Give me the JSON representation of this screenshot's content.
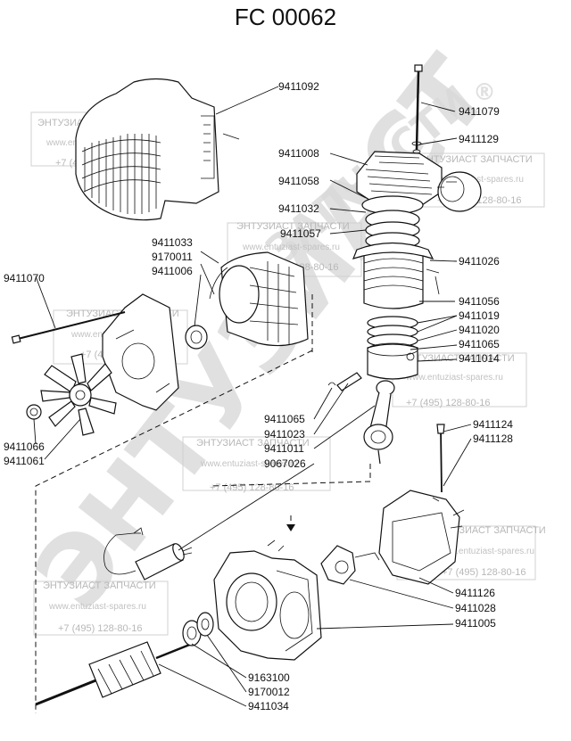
{
  "title": "FC 00062",
  "part_numbers": [
    "9411092",
    "9411079",
    "9411129",
    "9411008",
    "9411058",
    "9411032",
    "9411057",
    "9411033",
    "9170011",
    "9411006",
    "9411026",
    "9411070",
    "9411056",
    "9411019",
    "9411020",
    "9411065",
    "9411014",
    "9411066",
    "9411061",
    "9411065",
    "9411023",
    "9411011",
    "9067026",
    "9411124",
    "9411128",
    "9411126",
    "9411028",
    "9411005",
    "9163100",
    "9170012",
    "9411034"
  ],
  "watermark": {
    "brand": "ЭНТУЗИАСТ ЗАПЧАСТИ",
    "site": "www.entuziast-spares.ru",
    "phone": "+7 (495) 128-80-16",
    "big_text": "ЭНТУЗИАСТ",
    "big_small": "ЗАПЧАСТИ",
    "reg": "®"
  },
  "colors": {
    "ink": "#111111",
    "watermark": "#bbbbbb"
  }
}
